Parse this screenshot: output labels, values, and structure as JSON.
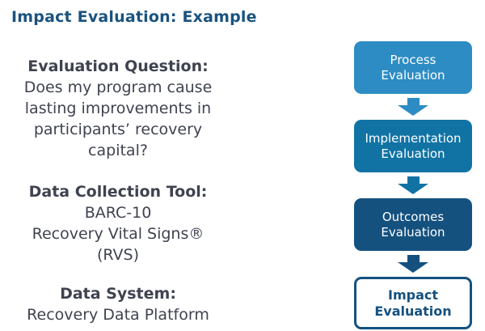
{
  "title": "Impact Evaluation: Example",
  "colors": {
    "title": "#1A537F",
    "body_text": "#3F4350"
  },
  "left_panel": {
    "sections": [
      {
        "heading": "Evaluation Question:",
        "body": "Does my program cause\nlasting improvements in\nparticipants’ recovery\ncapital?"
      },
      {
        "heading": "Data Collection Tool:",
        "body": "BARC-10\nRecovery Vital Signs®\n(RVS)"
      },
      {
        "heading": "Data System:",
        "body": "Recovery Data Platform"
      }
    ]
  },
  "flow_diagram": {
    "steps": [
      {
        "label": "Process\nEvaluation",
        "fill": "#2D8CC3",
        "text_color": "#FFFFFF"
      },
      {
        "label": "Implementation\nEvaluation",
        "fill": "#1173A4",
        "text_color": "#FFFFFF"
      },
      {
        "label": "Outcomes\nEvaluation",
        "fill": "#14517F",
        "text_color": "#FFFFFF"
      },
      {
        "label": "Impact\nEvaluation",
        "fill": "#FFFFFF",
        "text_color": "#14517F",
        "border": "#14517F"
      }
    ],
    "arrow_colors": [
      "#2D8CC3",
      "#1173A4",
      "#14517F"
    ]
  }
}
